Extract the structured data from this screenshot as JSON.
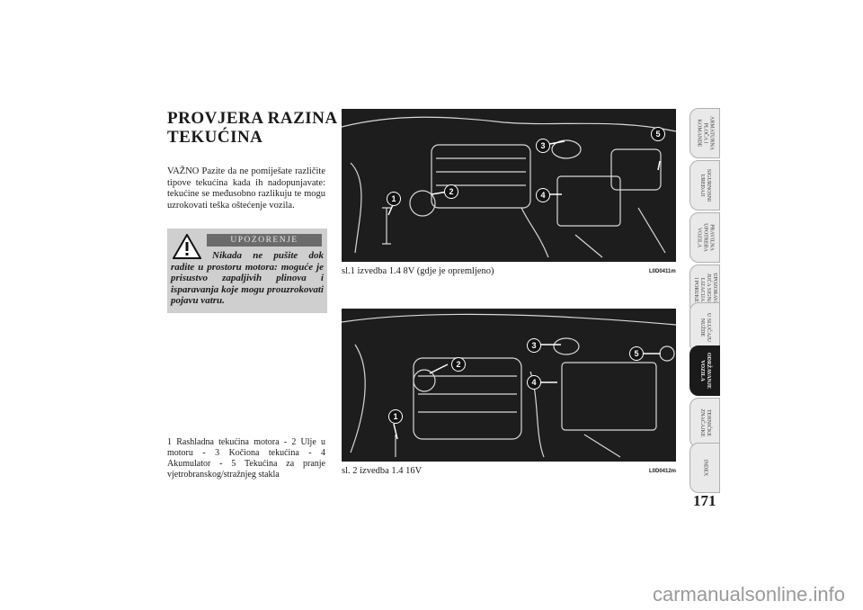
{
  "page": {
    "title": "PROVJERA RAZINA TEKUĆINA",
    "intro": "VAŽNO Pazite da ne pomiješate različite tipove tekućina kada ih nadopunjavate: tekućine se međusobno razlikuju te mogu uzrokovati teška oštećenje vozila.",
    "warning": {
      "header": "UPOZORENJE",
      "text": "Nikada ne pušite dok radite u prostoru motora: moguće je prisustvo zapaljivih plinova i isparavanja koje mogu prouzrokovati pojavu vatru."
    },
    "legend": "1 Rashladna tekućina motora - 2 Ulje u motoru - 3 Kočiona tekućina - 4 Akumulator - 5 Tekućina za pranje vjetrobranskog/stražnjeg stakla",
    "page_number": "171"
  },
  "figures": [
    {
      "caption": "sl.1 izvedba 1.4 8V (gdje je opremljeno)",
      "code": "L0D0411m",
      "markers": [
        "1",
        "2",
        "3",
        "4",
        "5"
      ]
    },
    {
      "caption": "sl. 2 izvedba 1.4 16V",
      "code": "L0D0412m",
      "markers": [
        "1",
        "2",
        "3",
        "4",
        "5"
      ]
    }
  ],
  "tabs": [
    {
      "label": "ARMATURNA\nPLOČA I\nKOMANDE",
      "active": false
    },
    {
      "label": "SIGURNOSNI\nUREĐAJI",
      "active": false
    },
    {
      "label": "PRAVILNA\nUPOTREBA\nVOZILA",
      "active": false
    },
    {
      "label": "UPOZORAVA-\nJUĆA SIGNA-\nLIZACIJA\nI PORUKE",
      "active": false
    },
    {
      "label": "U SLUČAJU\nNUŽDE",
      "active": false
    },
    {
      "label": "ODRŽAVANJE\nVOZILA",
      "active": true
    },
    {
      "label": "TEHNIČKE\nZNAČAJKE",
      "active": false
    },
    {
      "label": "INDEX",
      "active": false
    }
  ],
  "watermark": "carmanualsonline.info",
  "colors": {
    "warning_bg": "#cfcfcf",
    "warning_header": "#6b6b6b",
    "active_tab": "#1a1a1a"
  },
  "icons": {
    "warning": "warning-triangle-icon"
  }
}
